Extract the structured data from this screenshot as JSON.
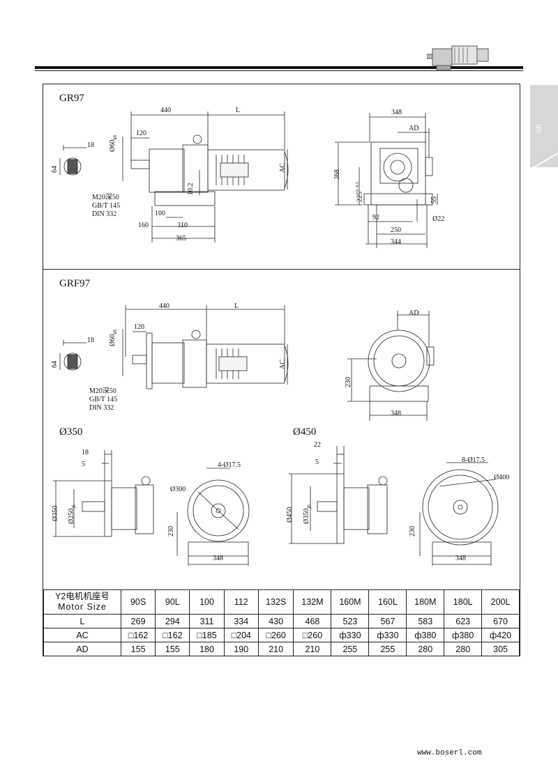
{
  "header": {
    "brand_mark": "GR"
  },
  "sections": {
    "gr97": {
      "title": "GR97",
      "dims": {
        "d440": "440",
        "dL": "L",
        "d120": "120",
        "d18": "18",
        "d64": "64",
        "d60k6": "Ø60",
        "k6": "k6",
        "d102": "10.2",
        "dAC": "AC",
        "d100": "100",
        "d160": "160",
        "d310": "310",
        "d365": "365",
        "d348": "348",
        "dAD": "AD",
        "d368": "368",
        "d225": "225",
        "tol225": "0 -0.5",
        "d92": "92",
        "d250": "250",
        "d344": "344",
        "d55": "55",
        "d22": "Ø22"
      },
      "note": [
        "M20深50",
        "GB/T 145",
        "DIN 332"
      ]
    },
    "grf97": {
      "title": "GRF97",
      "dims": {
        "d440": "440",
        "dL": "L",
        "d120": "120",
        "d18": "18",
        "d64": "64",
        "d60k6": "Ø60",
        "k6": "k6",
        "dAC": "AC",
        "dAD": "AD",
        "d230": "230",
        "d348": "348"
      },
      "note": [
        "M20深50",
        "GB/T 145",
        "DIN 332"
      ]
    },
    "flange350": {
      "title": "Ø350",
      "dims": {
        "d18": "18",
        "d5": "5",
        "d350": "Ø350",
        "d250j6": "Ø250",
        "j6": "j6",
        "d300": "Ø300",
        "holes": "4-Ø17.5",
        "d230": "230",
        "d348": "348"
      }
    },
    "flange450": {
      "title": "Ø450",
      "dims": {
        "d22": "22",
        "d5": "5",
        "d450": "Ø450",
        "d350j6": "Ø350",
        "j6": "j6",
        "d400": "Ø400",
        "holes": "8-Ø17.5",
        "d230": "230",
        "d348": "348"
      }
    }
  },
  "table": {
    "head_cn": "Y2电机机座号",
    "head_en": "Motor Size",
    "sizes": [
      "90S",
      "90L",
      "100",
      "112",
      "132S",
      "132M",
      "160M",
      "160L",
      "180M",
      "180L",
      "200L"
    ],
    "rows": [
      {
        "label": "L",
        "values": [
          "269",
          "294",
          "311",
          "334",
          "430",
          "468",
          "523",
          "567",
          "583",
          "623",
          "670"
        ]
      },
      {
        "label": "AC",
        "values": [
          "□162",
          "□162",
          "□185",
          "□204",
          "□260",
          "□260",
          "ф330",
          "ф330",
          "ф380",
          "ф380",
          "ф420"
        ]
      },
      {
        "label": "AD",
        "values": [
          "155",
          "155",
          "180",
          "190",
          "210",
          "210",
          "255",
          "255",
          "280",
          "280",
          "305"
        ]
      }
    ]
  },
  "footer": {
    "url": "www.boserl.com"
  }
}
